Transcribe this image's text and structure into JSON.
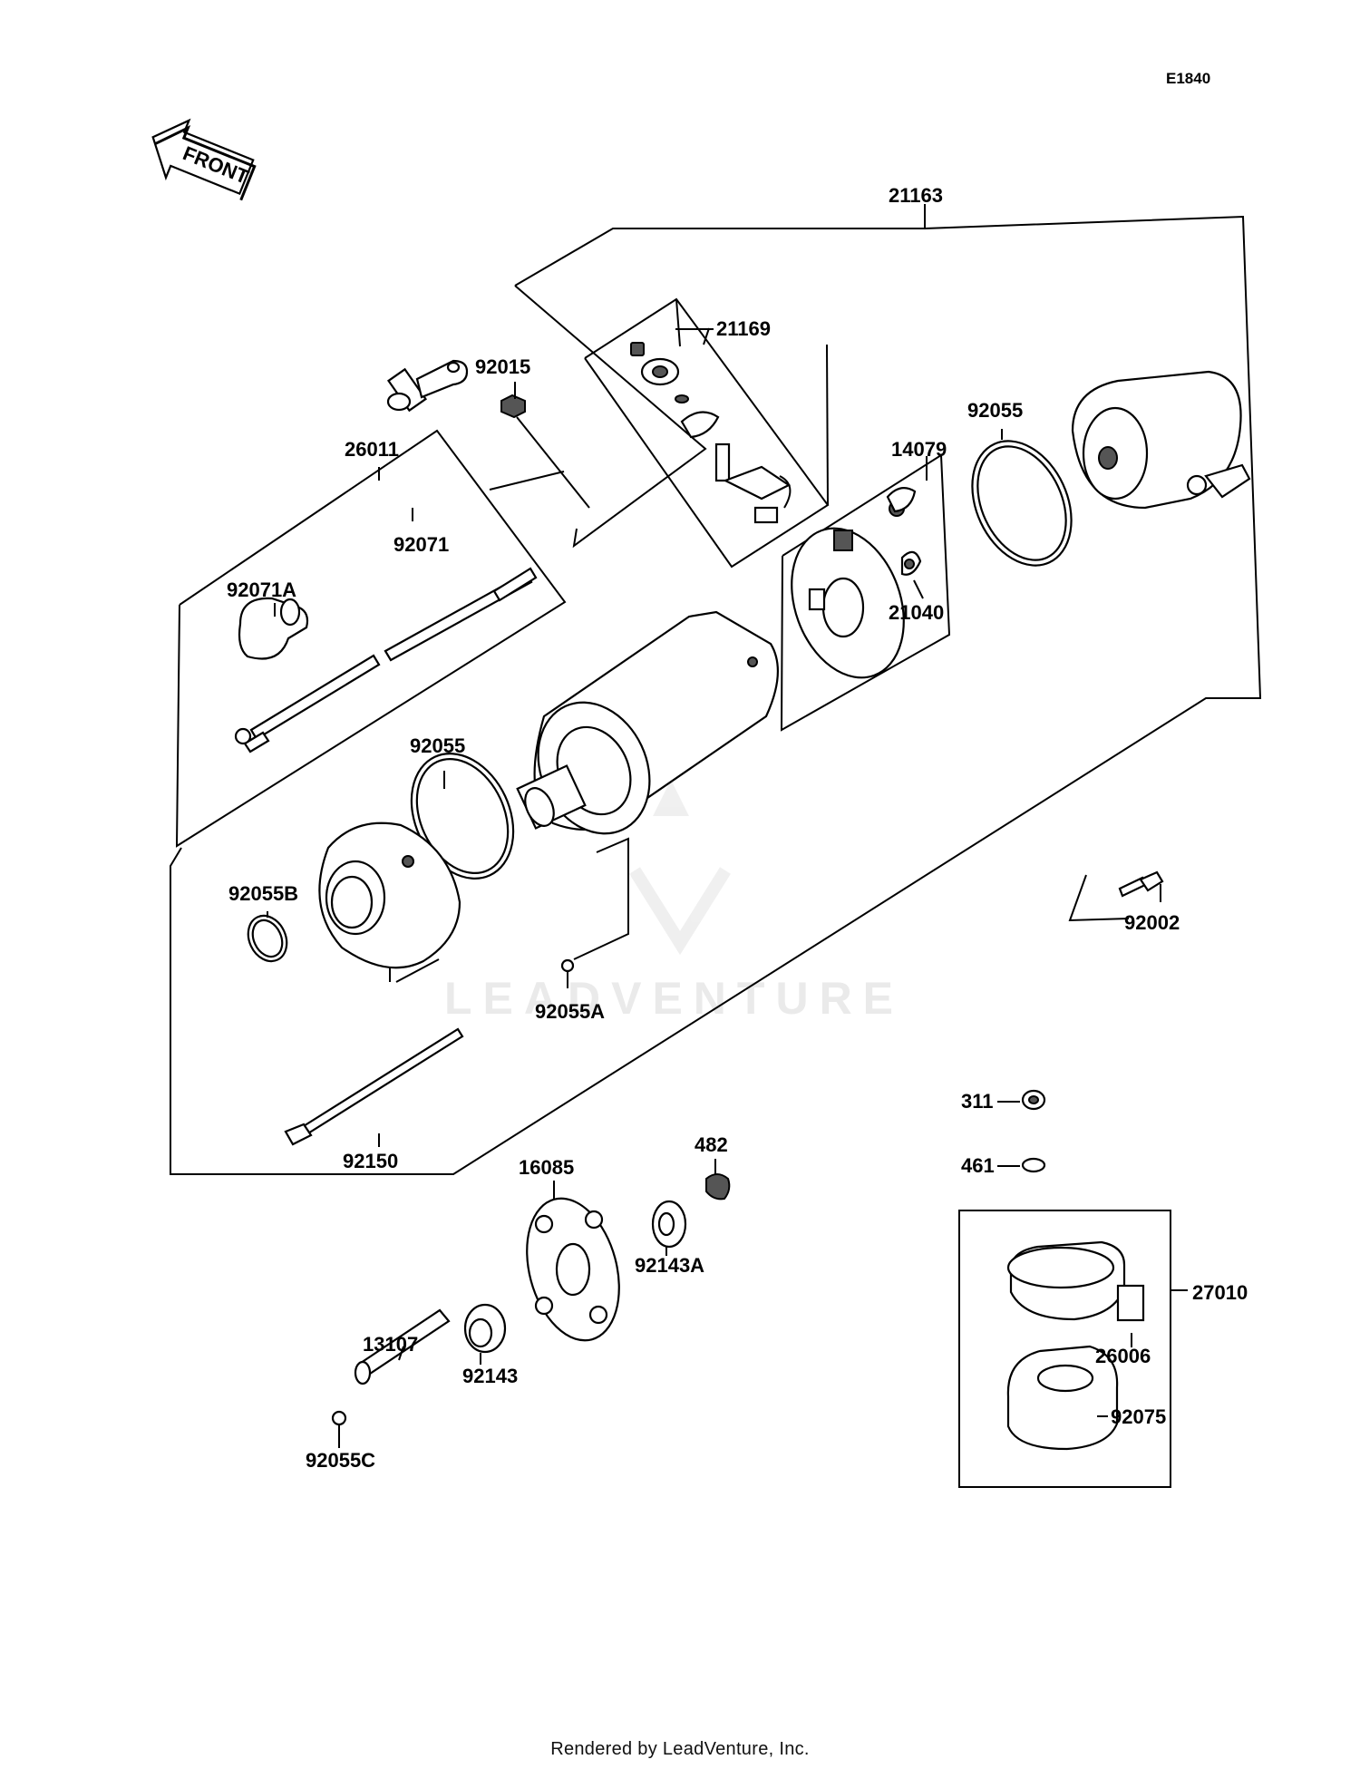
{
  "diagram": {
    "code": "E1840",
    "front_label": "FRONT",
    "watermark": "LEADVENTURE",
    "footer": "Rendered by LeadVenture, Inc.",
    "parts": [
      "21163",
      "21169",
      "92015",
      "26011",
      "92071",
      "92071A",
      "92055",
      "14079",
      "21040",
      "92055",
      "92055B",
      "92055A",
      "92002",
      "92150",
      "311",
      "461",
      "482",
      "16085",
      "92143A",
      "27010",
      "26006",
      "13107",
      "92143",
      "92075",
      "92055C"
    ]
  }
}
